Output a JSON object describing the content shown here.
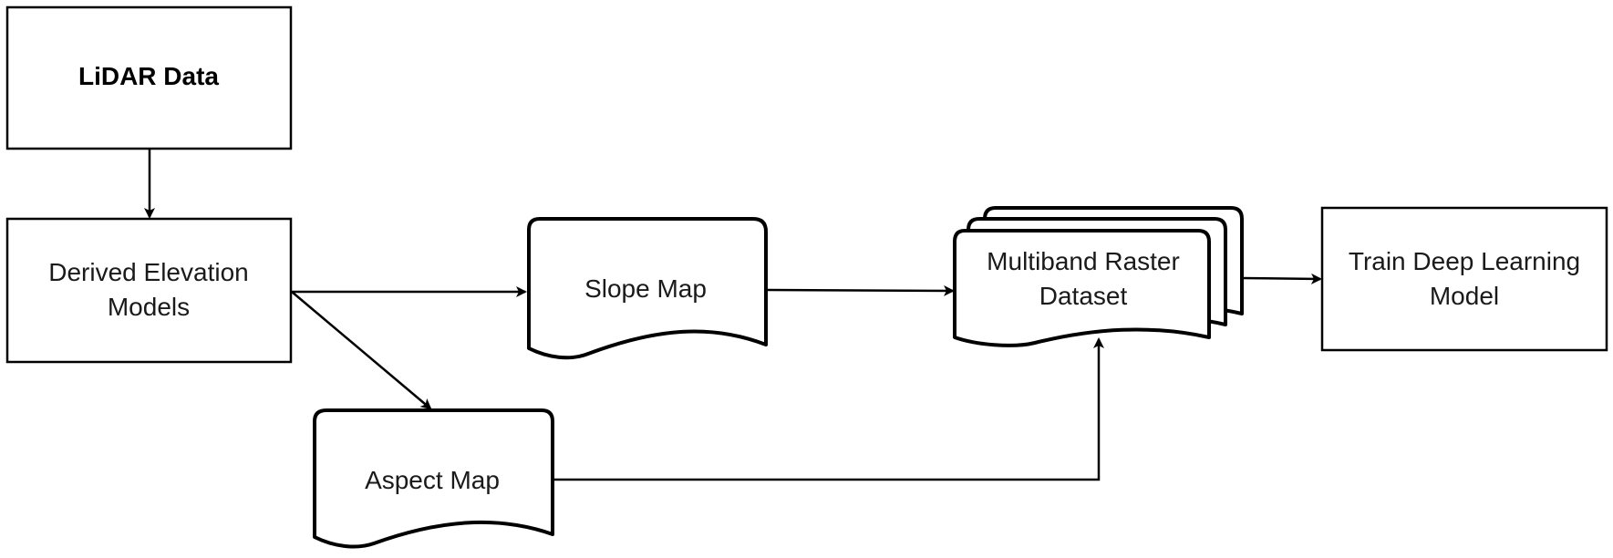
{
  "nodes": {
    "lidar": {
      "label": "LiDAR Data"
    },
    "derived": {
      "line1": "Derived Elevation",
      "line2": "Models"
    },
    "slope": {
      "label": "Slope Map"
    },
    "aspect": {
      "label": "Aspect Map"
    },
    "multiband": {
      "line1": "Multiband Raster",
      "line2": "Dataset"
    },
    "train": {
      "line1": "Train Deep Learning",
      "line2": "Model"
    }
  },
  "edges": [
    {
      "from": "lidar",
      "to": "derived"
    },
    {
      "from": "derived",
      "to": "slope"
    },
    {
      "from": "derived",
      "to": "aspect"
    },
    {
      "from": "slope",
      "to": "multiband"
    },
    {
      "from": "aspect",
      "to": "multiband"
    },
    {
      "from": "multiband",
      "to": "train"
    }
  ]
}
